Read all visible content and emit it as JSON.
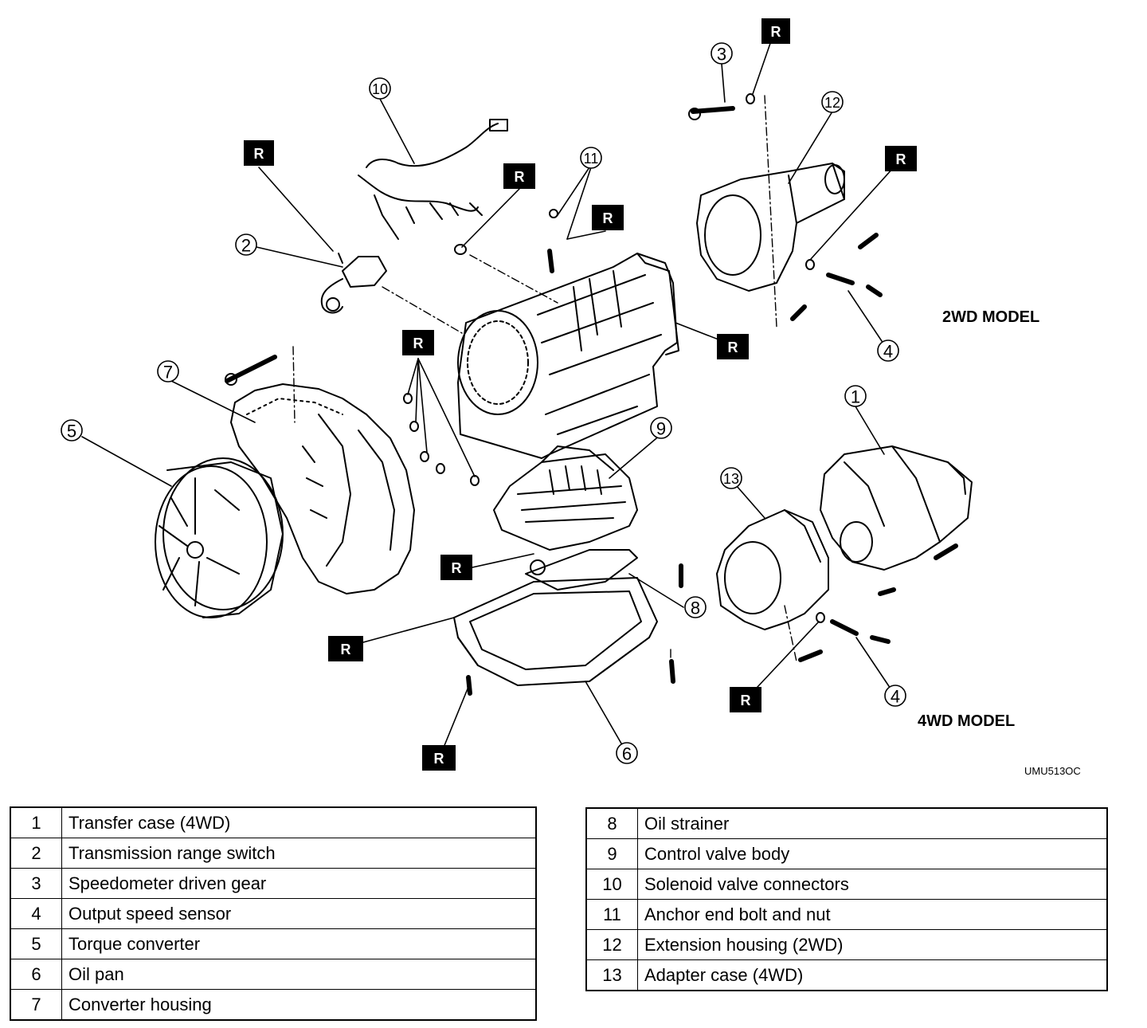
{
  "diagram": {
    "callouts": [
      "1",
      "2",
      "3",
      "4",
      "4",
      "5",
      "6",
      "7",
      "8",
      "9",
      "10",
      "11",
      "12",
      "13"
    ],
    "r_marker": "R",
    "model_2wd": "2WD MODEL",
    "model_4wd": "4WD MODEL",
    "figure_code": "UMU513OC"
  },
  "parts_left": [
    {
      "num": "1",
      "name": "Transfer case (4WD)"
    },
    {
      "num": "2",
      "name": "Transmission range switch"
    },
    {
      "num": "3",
      "name": "Speedometer driven gear"
    },
    {
      "num": "4",
      "name": "Output speed sensor"
    },
    {
      "num": "5",
      "name": "Torque converter"
    },
    {
      "num": "6",
      "name": "Oil pan"
    },
    {
      "num": "7",
      "name": "Converter housing"
    }
  ],
  "parts_right": [
    {
      "num": "8",
      "name": "Oil strainer"
    },
    {
      "num": "9",
      "name": "Control valve body"
    },
    {
      "num": "10",
      "name": "Solenoid valve connectors"
    },
    {
      "num": "11",
      "name": "Anchor end bolt and nut"
    },
    {
      "num": "12",
      "name": "Extension housing (2WD)"
    },
    {
      "num": "13",
      "name": "Adapter case (4WD)"
    }
  ]
}
